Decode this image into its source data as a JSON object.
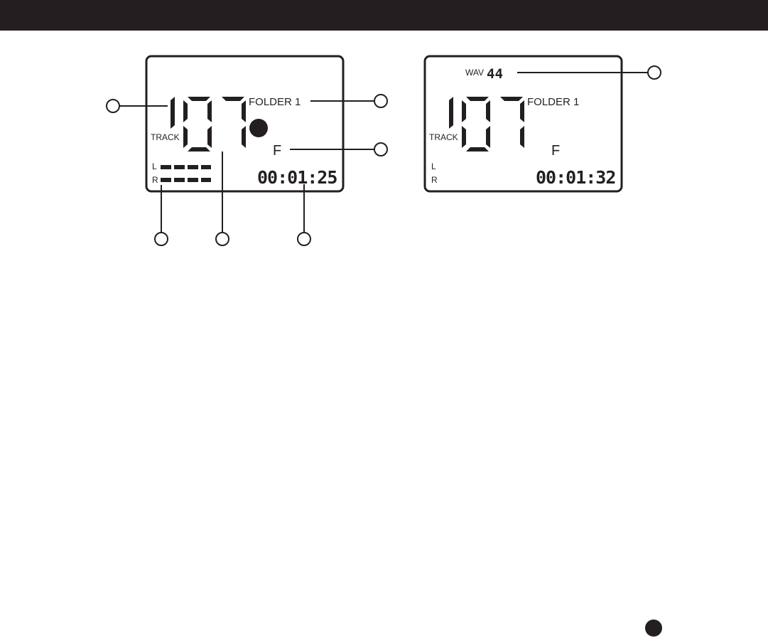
{
  "colors": {
    "ink": "#231f20",
    "background": "#ffffff"
  },
  "display_recording": {
    "track_number": "107",
    "track_label": "TRACK",
    "folder_label": "FOLDER 1",
    "recording_indicator": "filled-circle",
    "mode_letter": "F",
    "channel_left": "L",
    "channel_right": "R",
    "level_meter_segments_per_channel": 4,
    "time": "00:01:25"
  },
  "display_playback": {
    "format_label": "WAV",
    "sample_rate": "44",
    "track_number": "107",
    "track_label": "TRACK",
    "folder_label": "FOLDER 1",
    "mode_letter": "F",
    "channel_left": "L",
    "channel_right": "R",
    "time": "00:01:32"
  },
  "callouts_count": 7
}
